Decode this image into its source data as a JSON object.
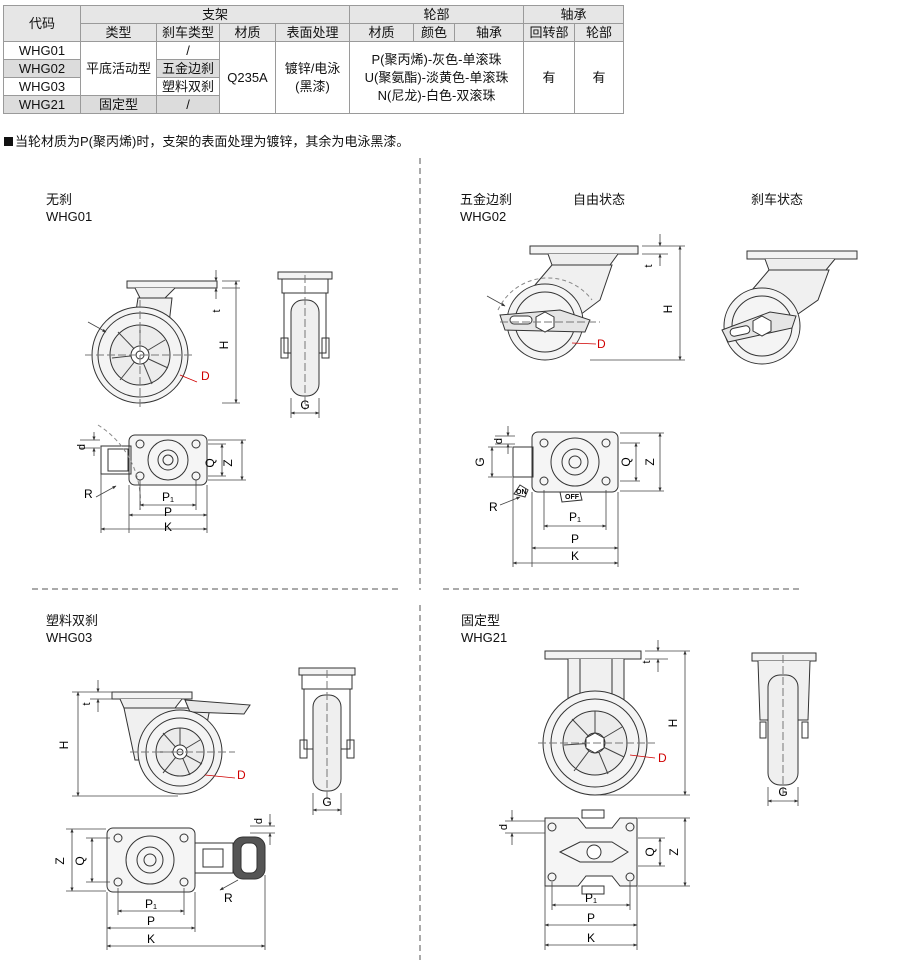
{
  "table": {
    "head": {
      "code": "代码",
      "bracket": "支架",
      "wheel": "轮部",
      "bearing": "轴承",
      "type": "类型",
      "brake_type": "刹车类型",
      "bracket_material": "材质",
      "surface": "表面处理",
      "wheel_material": "材质",
      "color": "颜色",
      "wheel_bearing": "轴承",
      "swivel": "回转部",
      "wheel_part": "轮部"
    },
    "codes": [
      "WHG01",
      "WHG02",
      "WHG03",
      "WHG21"
    ],
    "swivel_plate_type": "平底活动型",
    "fixed_type": "固定型",
    "brakes": [
      "/",
      "五金边刹",
      "塑料双刹",
      "/"
    ],
    "material": "Q235A",
    "surface_line1": "镀锌/电泳",
    "surface_line2": "(黑漆)",
    "wheel_materials": [
      "P(聚丙烯)-灰色-单滚珠",
      "U(聚氨酯)-淡黄色-单滚珠",
      "N(尼龙)-白色-双滚珠"
    ],
    "swivel_bearing": "有",
    "wheel_bearing": "有"
  },
  "note": "当轮材质为P(聚丙烯)时，支架的表面处理为镀锌，其余为电泳黑漆。",
  "sections": {
    "whg01": {
      "name": "无刹",
      "code": "WHG01"
    },
    "whg02": {
      "name": "五金边刹",
      "code": "WHG02",
      "free": "自由状态",
      "brake": "刹车状态",
      "on": "ON",
      "off": "OFF"
    },
    "whg03": {
      "name": "塑料双刹",
      "code": "WHG03"
    },
    "whg21": {
      "name": "固定型",
      "code": "WHG21"
    }
  },
  "dims": {
    "H": "H",
    "t": "t",
    "D": "D",
    "G": "G",
    "d": "d",
    "Q": "Q",
    "Z": "Z",
    "R": "R",
    "P1": "P₁",
    "P": "P",
    "K": "K"
  },
  "colors": {
    "line": "#333333",
    "dim": "#444444",
    "red": "#d00000",
    "header_bg": "#e6e6e6",
    "highlight_bg": "#dcdcdc"
  }
}
